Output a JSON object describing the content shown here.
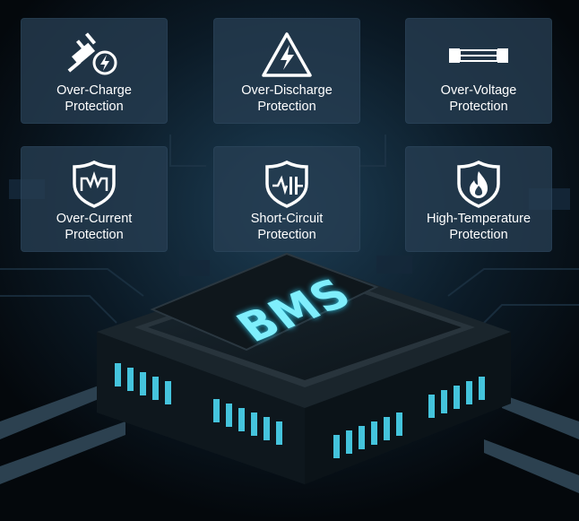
{
  "features": [
    {
      "line1": "Over-Charge",
      "line2": "Protection",
      "icon": "plug-lightning-icon"
    },
    {
      "line1": "Over-Discharge",
      "line2": "Protection",
      "icon": "warning-lightning-icon"
    },
    {
      "line1": "Over-Voltage",
      "line2": "Protection",
      "icon": "fuse-icon"
    },
    {
      "line1": "Over-Current",
      "line2": "Protection",
      "icon": "shield-circuit-icon"
    },
    {
      "line1": "Short-Circuit",
      "line2": "Protection",
      "icon": "shield-short-circuit-icon"
    },
    {
      "line1": "High-Temperature",
      "line2": "Protection",
      "icon": "shield-flame-icon"
    }
  ],
  "chip": {
    "label": "BMS"
  },
  "colors": {
    "accent": "#4fe3ff",
    "tile": "#263e52",
    "background": "#060b10"
  }
}
